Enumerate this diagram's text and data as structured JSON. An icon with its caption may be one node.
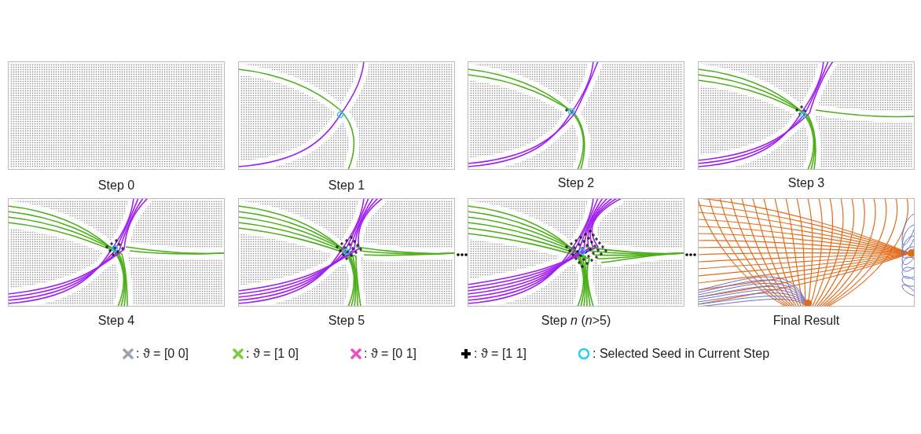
{
  "diagram": {
    "labels": [
      "Step 0",
      "Step 1",
      "Step 2",
      "Step 3",
      "Step 4",
      "Step 5",
      "Step *n* (*n*>5)",
      "Final Result"
    ],
    "legend": [
      {
        "text": ": ϑ = [0 0]"
      },
      {
        "text": ": ϑ = [1 0]"
      },
      {
        "text": ": ϑ = [0 1]"
      },
      {
        "text": ": ϑ = [1 1]"
      },
      {
        "text": ": Selected Seed in Current Step"
      }
    ]
  }
}
